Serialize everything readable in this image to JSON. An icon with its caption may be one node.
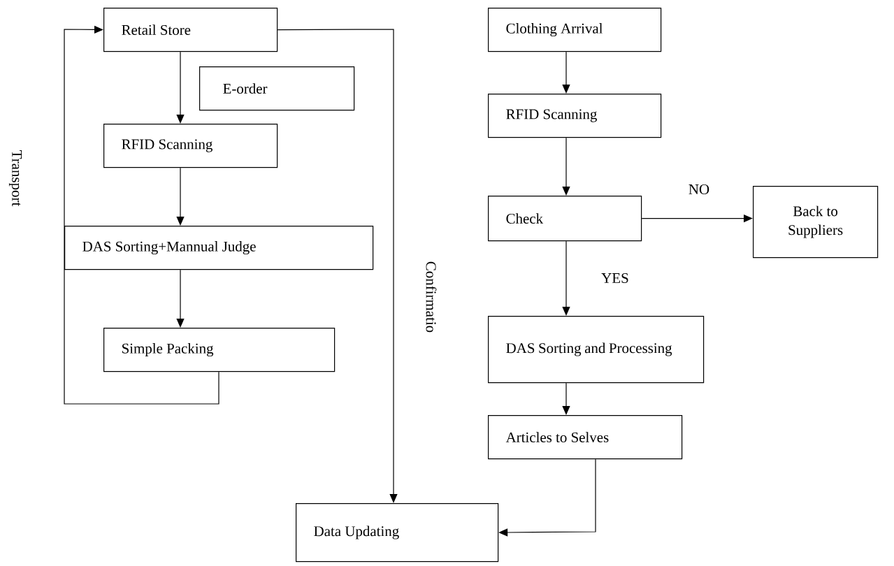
{
  "diagram": {
    "nodes": [
      {
        "text": [
          "Retail Store"
        ]
      },
      {
        "text": [
          "E-order"
        ]
      },
      {
        "text": [
          "RFID Scanning"
        ]
      },
      {
        "text": [
          "DAS Sorting+Mannual Judge"
        ]
      },
      {
        "text": [
          "Simple Packing"
        ]
      },
      {
        "text": [
          "Clothing Arrival"
        ]
      },
      {
        "text": [
          "RFID Scanning"
        ]
      },
      {
        "text": [
          "Check"
        ]
      },
      {
        "text": [
          "Back to Suppliers"
        ]
      },
      {
        "text": [
          "DAS Sorting and Processing"
        ]
      },
      {
        "text": [
          "Articles to Selves"
        ]
      },
      {
        "text": [
          "Data Updating"
        ]
      }
    ],
    "edges": [
      {
        "from": 0,
        "to": 2,
        "arrow": "to"
      },
      {
        "from": 2,
        "to": 3,
        "arrow": "to"
      },
      {
        "from": 3,
        "to": 4,
        "arrow": "to"
      },
      {
        "from": 4,
        "to": 0,
        "arrow": "to",
        "label": "Transport"
      },
      {
        "from": 0,
        "to": 11,
        "arrow": "to",
        "label": "Confirmatio"
      },
      {
        "from": 5,
        "to": 6,
        "arrow": "to"
      },
      {
        "from": 6,
        "to": 7,
        "arrow": "to"
      },
      {
        "from": 7,
        "to": 8,
        "arrow": "to",
        "label": "NO"
      },
      {
        "from": 7,
        "to": 9,
        "arrow": "to",
        "label": "YES"
      },
      {
        "from": 9,
        "to": 10,
        "arrow": "to"
      },
      {
        "from": 10,
        "to": 11,
        "arrow": "to"
      }
    ]
  }
}
